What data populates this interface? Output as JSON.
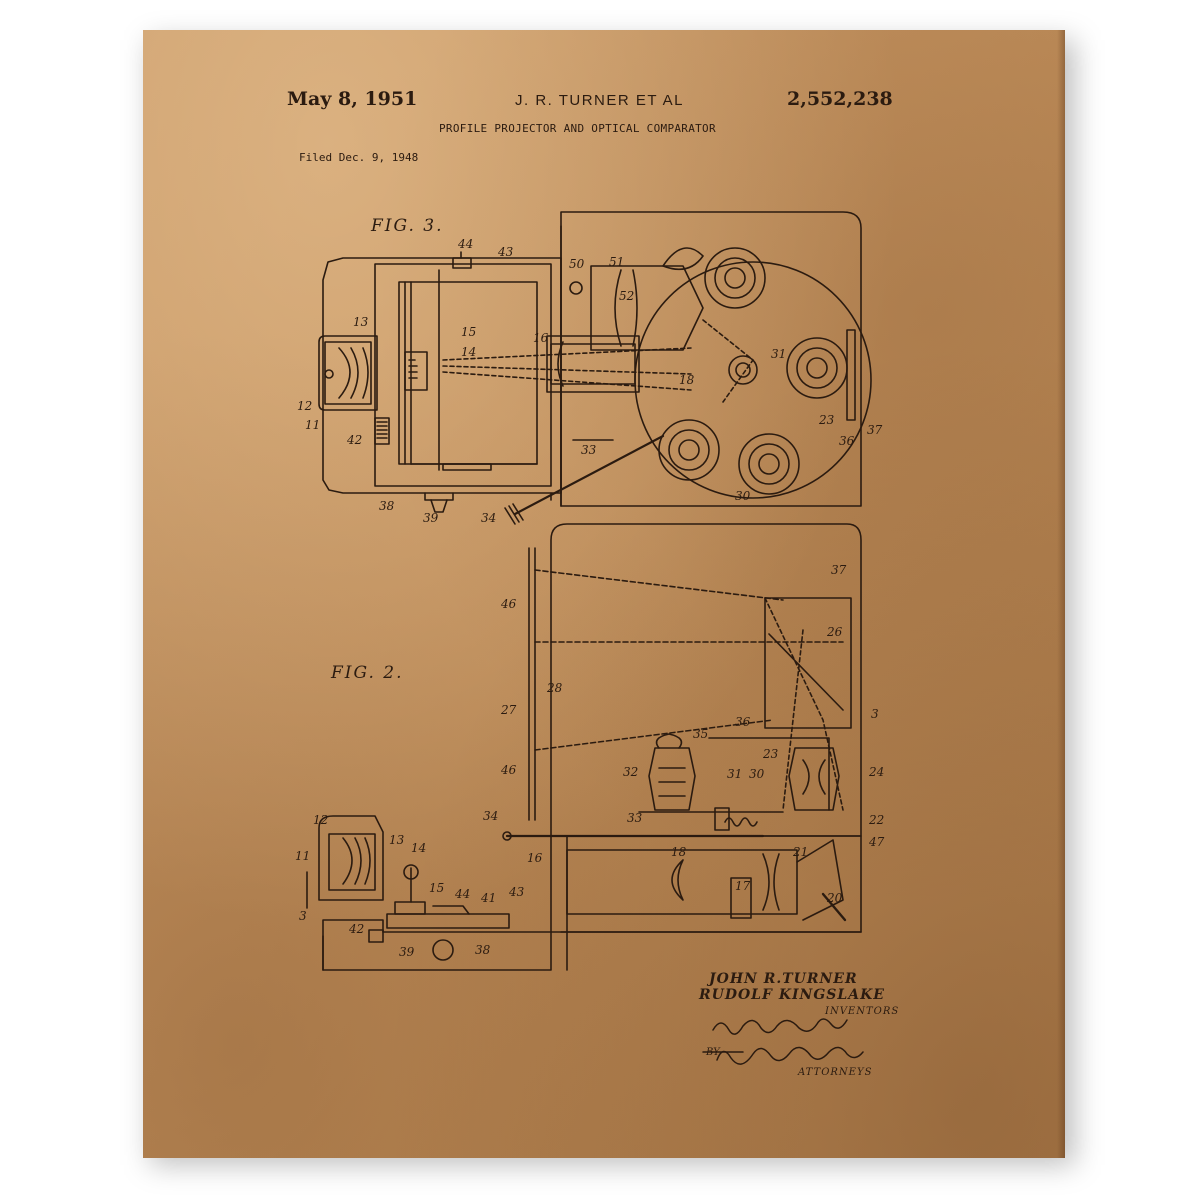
{
  "header": {
    "date": "May 8, 1951",
    "author": "J. R. TURNER ET AL",
    "patent_number": "2,552,238",
    "title": "PROFILE PROJECTOR AND OPTICAL COMPARATOR",
    "filed": "Filed Dec. 9, 1948"
  },
  "figures": {
    "fig3": "FIG. 3.",
    "fig2": "FIG. 2."
  },
  "labels_fig3": [
    "44",
    "43",
    "50",
    "51",
    "52",
    "13",
    "15",
    "14",
    "16",
    "31",
    "18",
    "12",
    "11",
    "23",
    "42",
    "33",
    "36",
    "37",
    "38",
    "39",
    "34",
    "30"
  ],
  "labels_fig2": [
    "37",
    "46",
    "26",
    "28",
    "27",
    "36",
    "3",
    "23",
    "35",
    "24",
    "32",
    "30",
    "31",
    "46",
    "34",
    "33",
    "22",
    "47",
    "12",
    "13",
    "14",
    "16",
    "18",
    "21",
    "11",
    "15",
    "44",
    "41",
    "43",
    "17",
    "20",
    "3",
    "42",
    "39",
    "38"
  ],
  "signature_block": {
    "inventor_1": "JOHN R.TURNER",
    "inventor_2": "RUDOLF KINGSLAKE",
    "inventors_label": "INVENTORS",
    "by": "BY",
    "attorneys_label": "ATTORNEYS",
    "signatures": "Newton M. Perrins  F.W.Emerson Holmes"
  },
  "colors": {
    "paper": "#c3915d",
    "ink": "#2b1b10"
  }
}
